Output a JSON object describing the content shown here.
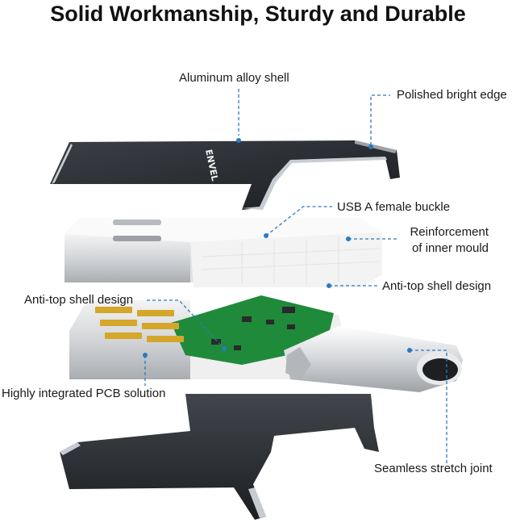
{
  "title": "Solid Workmanship, Sturdy and Durable",
  "shell_logo": "ENVEL",
  "colors": {
    "leader": "#2a7bbf",
    "shell_dark": "#2b2e33",
    "shell_edge": "#c7ccd2",
    "pcb_green": "#1f8a3a",
    "gold": "#d4a62a",
    "mould_white": "#f1f1f1"
  },
  "labels": {
    "aluminum_shell": "Aluminum alloy shell",
    "polished_edge": "Polished bright edge",
    "usb_buckle": "USB A female buckle",
    "reinforcement_line1": "Reinforcement",
    "reinforcement_line2": "of inner mould",
    "anti_top_right": "Anti-top shell design",
    "anti_top_left": "Anti-top shell design",
    "pcb": "Highly integrated PCB solution",
    "seamless": "Seamless stretch joint"
  }
}
